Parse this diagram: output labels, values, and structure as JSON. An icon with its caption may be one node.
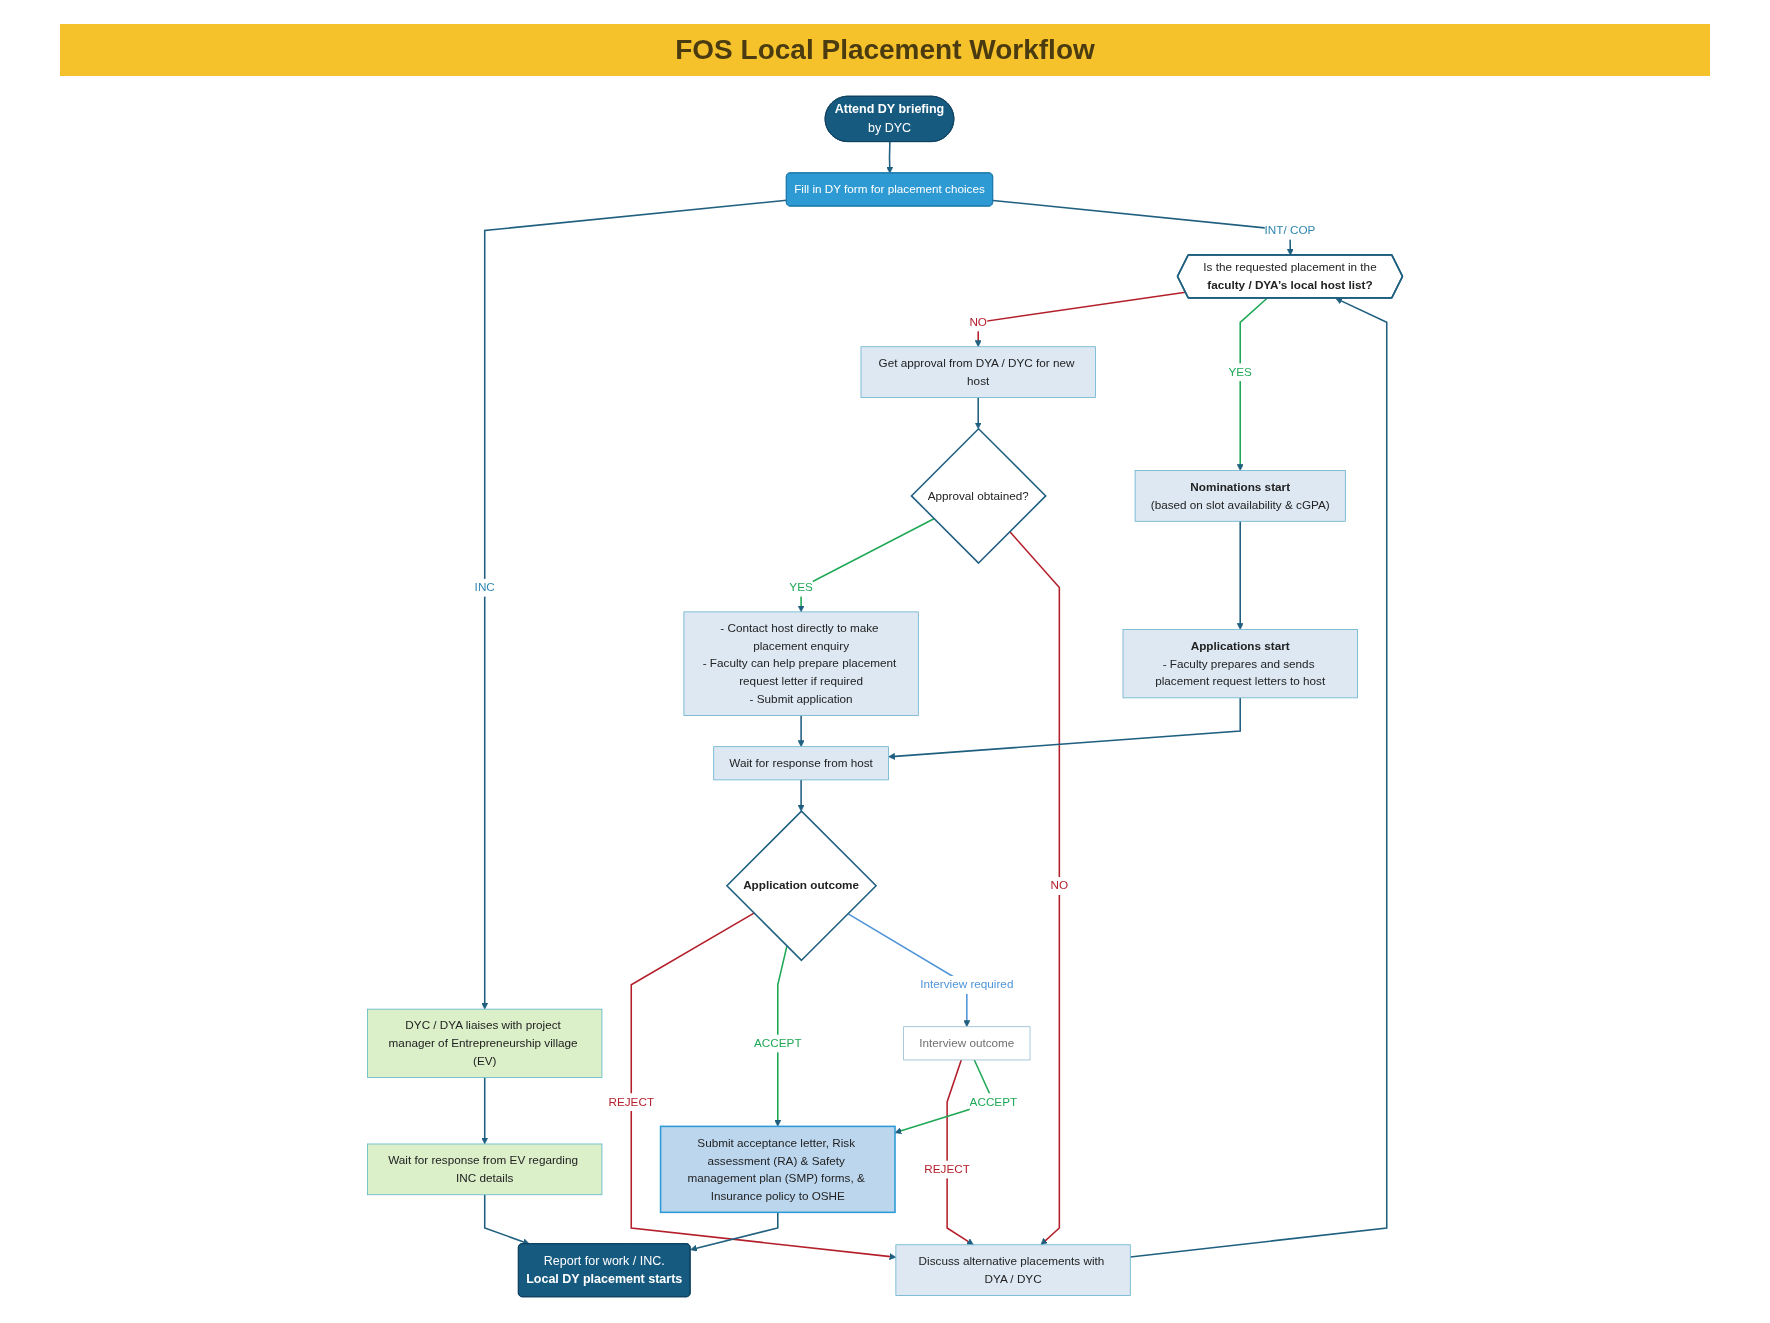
{
  "diagram": {
    "title": "FOS Local Placement Workflow",
    "nodes": [
      {
        "text": [
          "Attend DY briefing",
          "by DYC"
        ]
      },
      {
        "text": [
          "Fill in DY form for placement choices"
        ]
      },
      {
        "text": [
          "DYC / DYA liaises with project manager of Entrepreneurship village (EV)"
        ]
      },
      {
        "text": [
          "Is the requested placement in the",
          "faculty / DYA’s local host list?"
        ]
      },
      {
        "text": [
          "Get approval from DYA / DYC for new host"
        ]
      },
      {
        "text": [
          "Nominations start",
          "(based on slot availability & cGPA)"
        ]
      },
      {
        "text": [
          "Wait for response from EV regarding INC details"
        ]
      },
      {
        "text": [
          "Applications start",
          "- Faculty prepares and sends placement request letters to host"
        ]
      },
      {
        "text": [
          "Approval obtained?"
        ]
      },
      {
        "text": [
          "- Contact host directly to make placement enquiry",
          "- Faculty can help prepare placement request letter if required",
          "- Submit application"
        ]
      },
      {
        "text": [
          "Wait for response from host"
        ]
      },
      {
        "text": [
          "Application outcome"
        ]
      },
      {
        "text": [
          "Discuss alternative placements with DYA / DYC"
        ]
      },
      {
        "text": [
          "Interview outcome"
        ]
      },
      {
        "text": [
          "Submit acceptance letter, Risk assessment (RA) & Safety management plan (SMP) forms, & Insurance policy to OSHE"
        ]
      },
      {
        "text": [
          "Report for work / INC.",
          "Local DY placement starts"
        ]
      }
    ],
    "edges": [
      {
        "from": 0,
        "to": 1,
        "arrow": "to"
      },
      {
        "from": 1,
        "to": 2,
        "arrow": "to",
        "label": "INC"
      },
      {
        "from": 1,
        "to": 3,
        "arrow": "to",
        "label": "INT/ COP"
      },
      {
        "from": 2,
        "to": 6,
        "arrow": "to"
      },
      {
        "from": 3,
        "to": 4,
        "arrow": "to",
        "label": "NO",
        "color": "#b3202c"
      },
      {
        "from": 3,
        "to": 5,
        "arrow": "to",
        "label": "YES",
        "color": "#1fa855"
      },
      {
        "from": 4,
        "to": 8,
        "arrow": "to"
      },
      {
        "from": 8,
        "to": 9,
        "arrow": "to",
        "label": "YES",
        "color": "#1fa855"
      },
      {
        "from": 8,
        "to": 12,
        "arrow": "to",
        "label": "NO",
        "color": "#b3202c"
      },
      {
        "from": 12,
        "to": 3,
        "arrow": "to"
      },
      {
        "from": 5,
        "to": 7,
        "arrow": "to"
      },
      {
        "from": 7,
        "to": 10,
        "arrow": "to"
      },
      {
        "from": 9,
        "to": 10,
        "arrow": "to"
      },
      {
        "from": 10,
        "to": 11,
        "arrow": "to"
      },
      {
        "from": 11,
        "to": 12,
        "arrow": "to",
        "label": "REJECT",
        "color": "#b3202c"
      },
      {
        "from": 11,
        "to": 14,
        "arrow": "to",
        "label": "ACCEPT",
        "color": "#1fa855"
      },
      {
        "from": 11,
        "to": 13,
        "arrow": "to",
        "label": "Interview required",
        "color": "#4f95d8"
      },
      {
        "from": 13,
        "to": 12,
        "arrow": "to",
        "label": "REJECT",
        "color": "#b3202c"
      },
      {
        "from": 13,
        "to": 14,
        "arrow": "to",
        "label": "ACCEPT",
        "color": "#1fa855"
      },
      {
        "from": 14,
        "to": 15,
        "arrow": "to"
      },
      {
        "from": 6,
        "to": 15,
        "arrow": "to"
      }
    ]
  }
}
